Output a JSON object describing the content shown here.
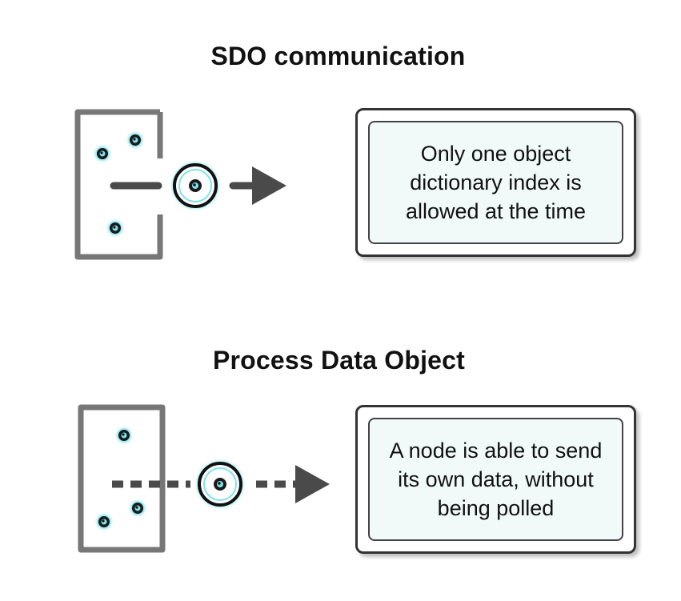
{
  "sections": [
    {
      "title": "SDO communication",
      "description": "Only one object dictionary index is allowed at the time"
    },
    {
      "title": "Process Data Object",
      "description": "A node is able to send its own data, without being polled"
    }
  ],
  "colors": {
    "node_frame": "#777777",
    "connector": "#4a4a4a",
    "dot_glow": "#7fe3ee",
    "dot_core": "#111111",
    "box_border": "#333333",
    "box_fill": "#f1f9f9"
  }
}
